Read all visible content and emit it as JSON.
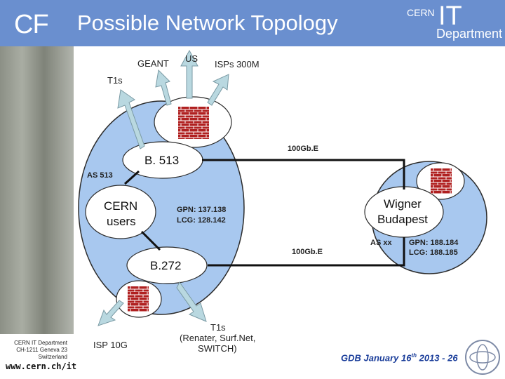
{
  "header": {
    "logo_left": "CF",
    "title": "Possible Network Topology",
    "logo_cern": "CERN",
    "logo_it": "IT",
    "logo_department": "Department"
  },
  "labels": {
    "geant": "GEANT",
    "us": "US",
    "isps": "ISPs 300M",
    "t1s": "T1s",
    "link_top": "100Gb.E",
    "b513": "B. 513",
    "as513": "AS 513",
    "cern_users_line1": "CERN",
    "cern_users_line2": "users",
    "gpn_cern": "GPN: 137.138",
    "lcg_cern": "LCG: 128.142",
    "wigner_line1": "Wigner",
    "wigner_line2": "Budapest",
    "as_xx": "AS xx",
    "gpn_wigner": "GPN: 188.184",
    "lcg_wigner": "LCG: 188.185",
    "link_bottom": "100Gb.E",
    "b272": "B.272",
    "isp_10g": "ISP 10G",
    "t1s_bottom_line1": "T1s",
    "t1s_bottom_line2": "(Renater, Surf.Net,",
    "t1s_bottom_line3": "SWITCH)"
  },
  "footer": {
    "dept_line1": "CERN IT Department",
    "dept_line2": "CH-1211 Geneva 23",
    "dept_line3": "Switzerland",
    "url": "www.cern.ch/it",
    "gdb_prefix": "GDB January 16",
    "gdb_sup": "th",
    "gdb_suffix": " 2013 - 26"
  },
  "colors": {
    "header": "#6a8fcf",
    "bubble": "#a8c8ef",
    "arrow": "#b9d8e0",
    "firewall": "#b02020"
  }
}
